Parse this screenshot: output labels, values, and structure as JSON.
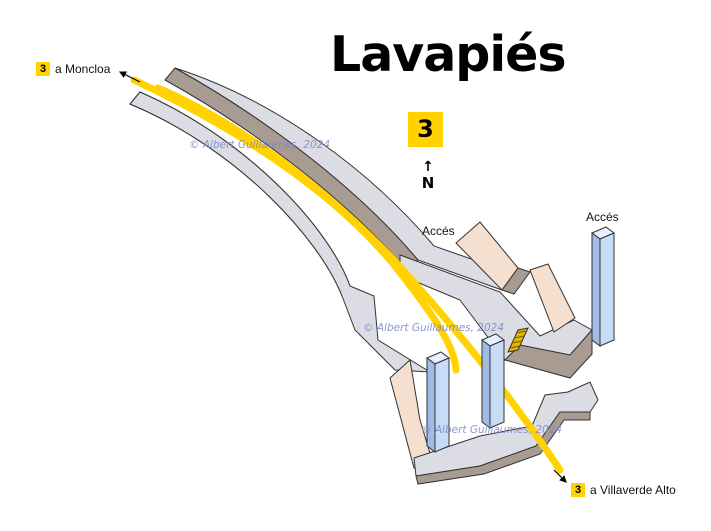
{
  "station": {
    "name": "Lavapiés",
    "line": "3"
  },
  "north": {
    "arrow": "↑",
    "label": "N"
  },
  "destinations": [
    {
      "line": "3",
      "text": "a Moncloa"
    },
    {
      "line": "3",
      "text": "a Villaverde Alto"
    }
  ],
  "accesses": [
    "Accés",
    "Accés"
  ],
  "watermark": "© Albert Guillaumes, 2024",
  "colors": {
    "line3": "#ffd200",
    "platform": "#dcdce4",
    "platform_edge": "#8a7f78",
    "stair_wall": "#f5e0d0",
    "elevator": "#c9dcf7"
  }
}
